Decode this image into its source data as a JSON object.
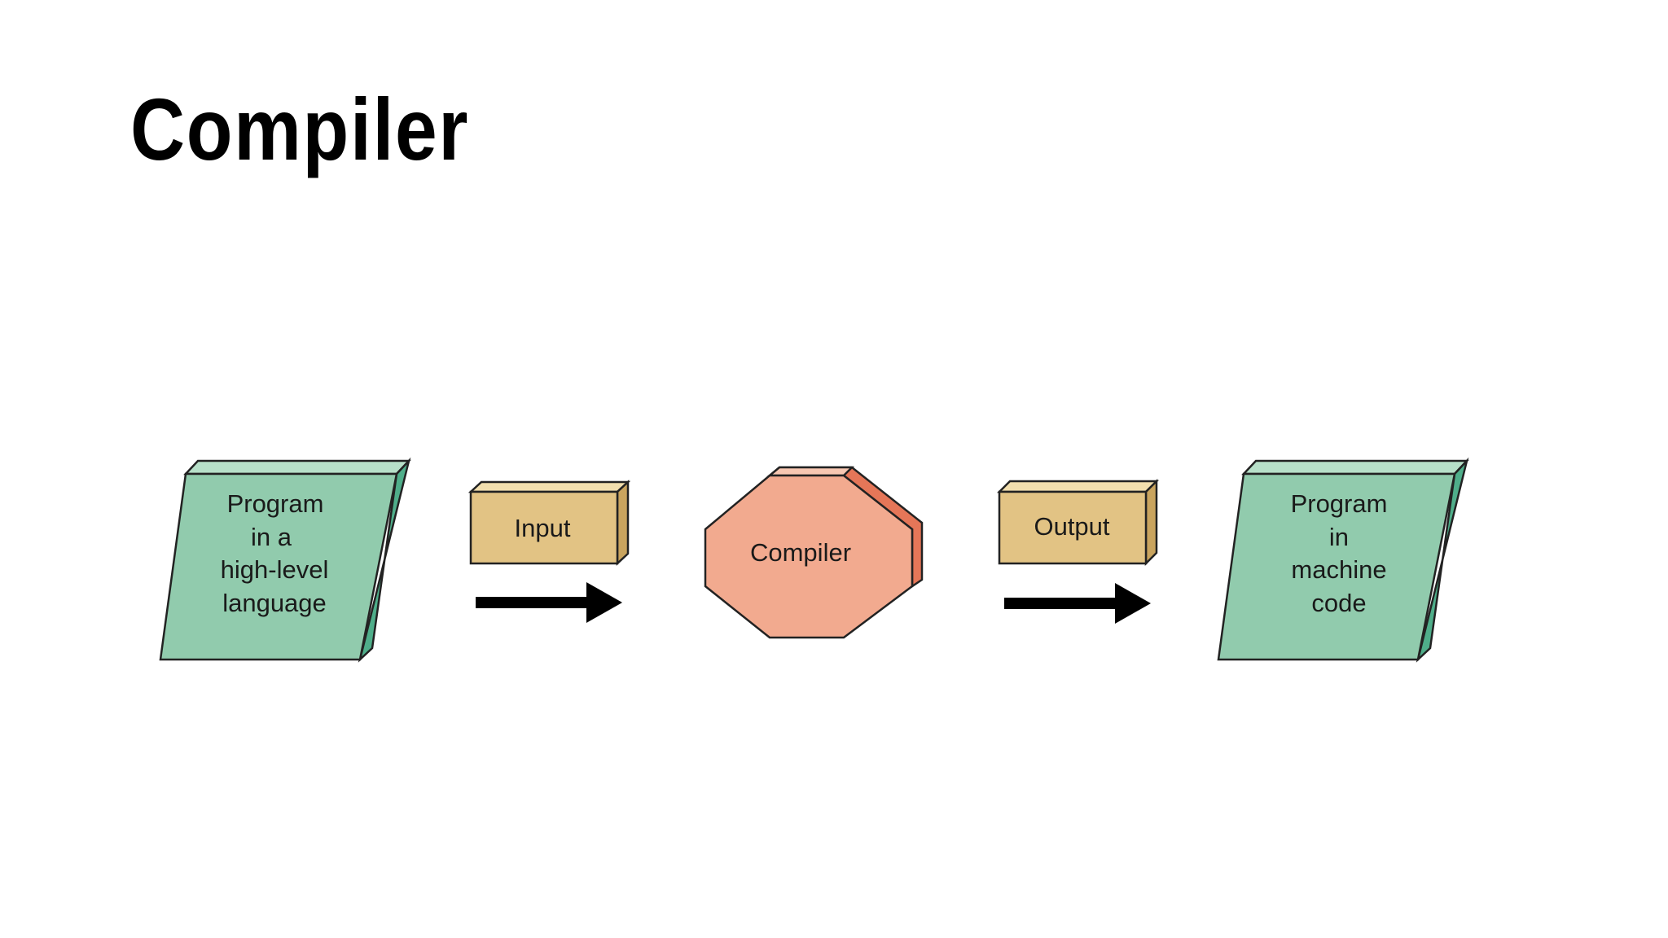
{
  "slide": {
    "title": "Compiler"
  },
  "diagram": {
    "source": {
      "lines": [
        "Program",
        "in a",
        "high-level",
        "language"
      ]
    },
    "input_label": "Input",
    "compiler_label": "Compiler",
    "output_label": "Output",
    "target": {
      "lines": [
        "Program",
        "in",
        "machine",
        "code"
      ]
    },
    "colors": {
      "document_face": "#91cbad",
      "document_side": "#4fae8a",
      "tag_face": "#e2c384",
      "tag_side": "#c9a45e",
      "compiler_face": "#f2aa8f",
      "compiler_side": "#e57658",
      "arrow": "#000000"
    }
  }
}
